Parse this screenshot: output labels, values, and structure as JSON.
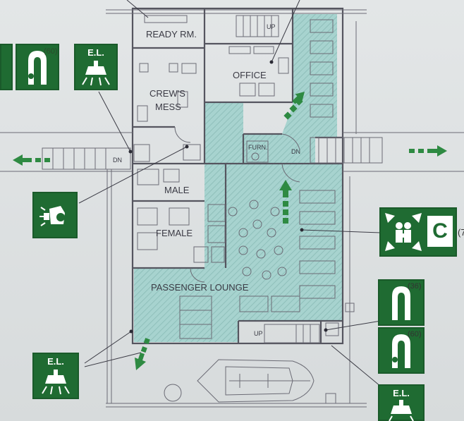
{
  "rooms": {
    "ready_room": "READY RM.",
    "office": "OFFICE",
    "crews_mess_line1": "CREW'S",
    "crews_mess_line2": "MESS",
    "furn": "FURN.",
    "male": "MALE",
    "female": "FEMALE",
    "passenger_lounge": "PASSENGER LOUNGE"
  },
  "stairs": {
    "up_top": "UP",
    "dn_right": "DN",
    "dn_left": "DN",
    "up_bottom": "UP"
  },
  "signs": {
    "el_label": "E.L.",
    "lifejacket_top_count": "(60)",
    "lifejacket_right_top_count": "(36)",
    "lifejacket_right_bottom_count": "(60)",
    "muster_letter": "C",
    "muster_suffix": "(7"
  },
  "colors": {
    "sign_green": "#1f6b32",
    "zone_teal": "#9fcfca",
    "wall": "#55555f",
    "arrow_green": "#2e8a42"
  },
  "icons": [
    "lifejacket-icon",
    "emergency-light-icon",
    "alarm-bell-icon",
    "muster-station-icon",
    "exit-arrow-icon",
    "rescue-boat-icon"
  ]
}
